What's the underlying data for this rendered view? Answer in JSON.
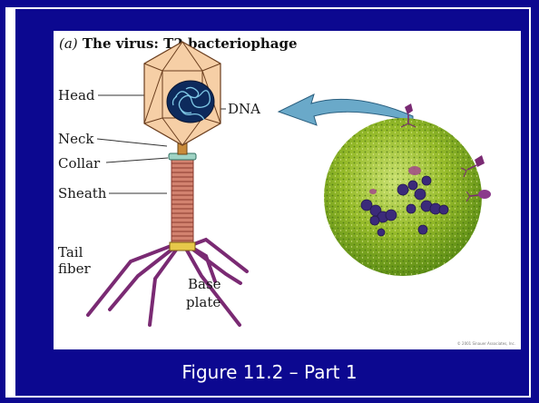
{
  "figure": {
    "panel_letter": "(a)",
    "title": "The virus: T2 bacteriophage",
    "labels": {
      "head": "Head",
      "dna": "DNA",
      "neck": "Neck",
      "collar": "Collar",
      "sheath": "Sheath",
      "tail_fiber_line1": "Tail",
      "tail_fiber_line2": "fiber",
      "base_plate_line1": "Base",
      "base_plate_line2": "plate"
    },
    "credit": "© 2001 Sinauer Associates, Inc."
  },
  "caption": "Figure 11.2 – Part 1",
  "colors": {
    "slide_background": "#0c0890",
    "head_fill": "#f6cfa6",
    "sheath": "#c86a5a",
    "tail_fiber": "#7a2a73",
    "arrow": "#6aa9c9",
    "bacterium": "#8fb820"
  }
}
